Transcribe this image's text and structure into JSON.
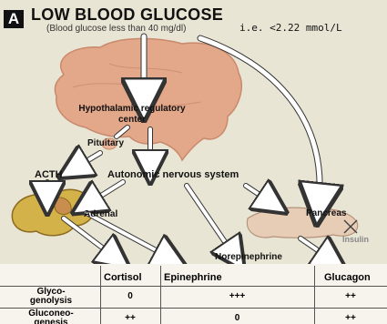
{
  "panel_letter": "A",
  "title": "LOW BLOOD GLUCOSE",
  "subtitle": "(Blood glucose less than 40 mg/dl)",
  "mmol_note": "i.e. <2.22 mmol/L",
  "labels": {
    "hypothalamic_line1": "Hypothalamic regulatory",
    "hypothalamic_line2": "center",
    "pituitary": "Pituitary",
    "acth": "ACTH",
    "autonomic": "Autonomic nervous system",
    "adrenal": "Adrenal",
    "pancreas": "Pancreas",
    "insulin": "Insulin",
    "norepinephrine": "Norepinephrine"
  },
  "table": {
    "headers": [
      "Cortisol",
      "Epinephrine",
      "Glucagon"
    ],
    "rows": [
      {
        "label_line1": "Glyco-",
        "label_line2": "genolysis",
        "values": [
          "0",
          "+++",
          "++"
        ]
      },
      {
        "label_line1": "Gluconeo-",
        "label_line2": "genesis",
        "values": [
          "++",
          "0",
          "++"
        ]
      }
    ]
  },
  "colors": {
    "background": "#e4e0cf",
    "brain": "#e3a78a",
    "adrenal": "#d4b24a",
    "pancreas": "#e8cdb6"
  }
}
